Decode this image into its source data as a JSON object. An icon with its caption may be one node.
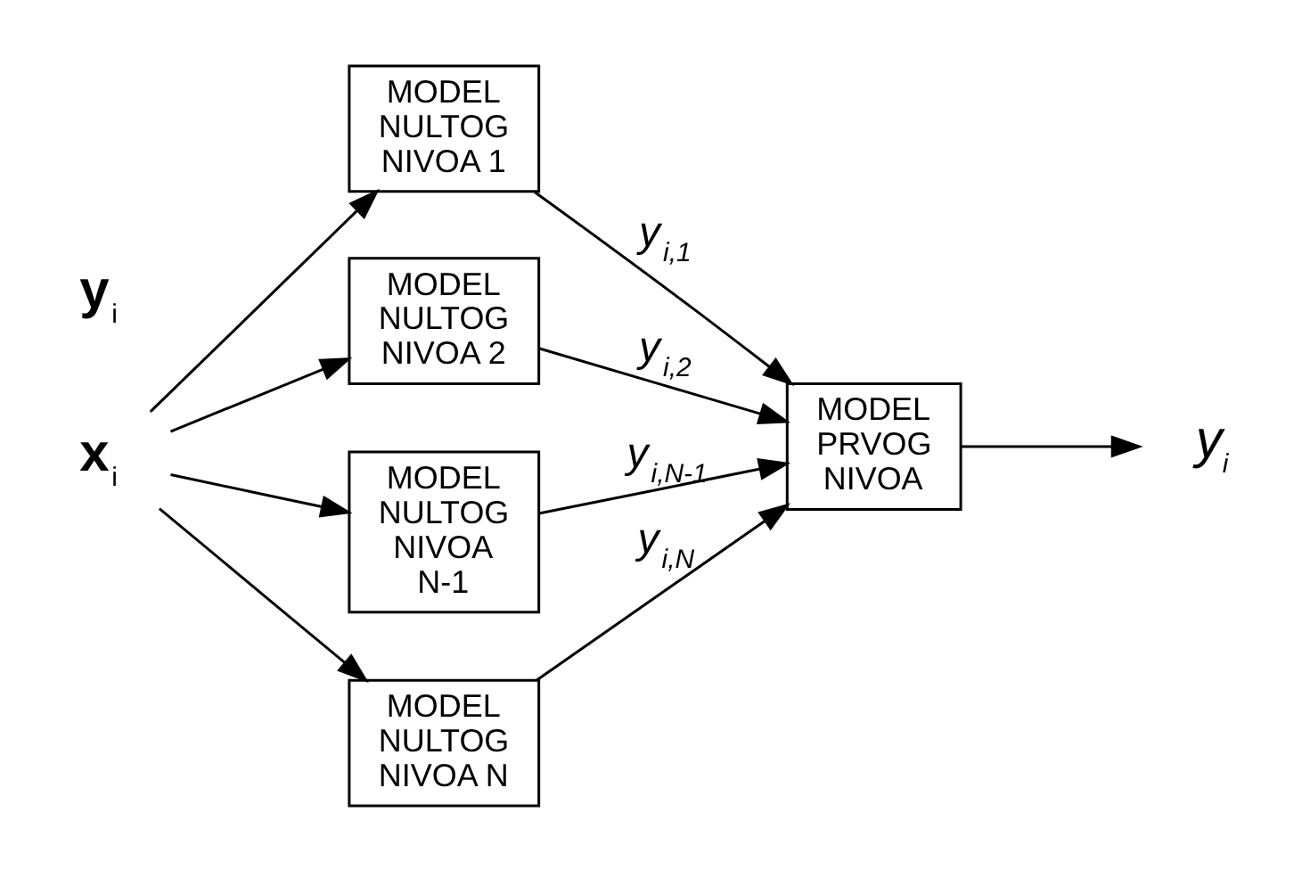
{
  "diagram": {
    "nodes": [
      {
        "text": [
          "**x**$_{i}$"
        ]
      },
      {
        "text": [
          "MODEL NULTOG NIVOA 1"
        ]
      },
      {
        "text": [
          "MODEL NULTOG NIVOA 2"
        ]
      },
      {
        "text": [
          "MODEL NULTOG NIVOA N-1"
        ]
      },
      {
        "text": [
          "MODEL NULTOG NIVOA N"
        ]
      },
      {
        "text": [
          "MODEL PRVOG NIVOA"
        ]
      },
      {
        "text": [
          "y$_{i}$"
        ]
      }
    ],
    "edges": [
      {
        "from": 0,
        "to": 1,
        "arrow": "to"
      },
      {
        "from": 0,
        "to": 2,
        "arrow": "to"
      },
      {
        "from": 0,
        "to": 3,
        "arrow": "to"
      },
      {
        "from": 0,
        "to": 4,
        "arrow": "to"
      },
      {
        "from": 1,
        "to": 5,
        "arrow": "to",
        "label": "y$_{i,1}$"
      },
      {
        "from": 2,
        "to": 5,
        "arrow": "to",
        "label": "y$_{i,2}$"
      },
      {
        "from": 3,
        "to": 5,
        "arrow": "to",
        "label": "y$_{i,N-1}$"
      },
      {
        "from": 4,
        "to": 5,
        "arrow": "to",
        "label": "y$_{i,N}$"
      },
      {
        "from": 5,
        "to": 6,
        "arrow": "to"
      }
    ],
    "labels": [
      "**y**$_{i}$"
    ]
  }
}
